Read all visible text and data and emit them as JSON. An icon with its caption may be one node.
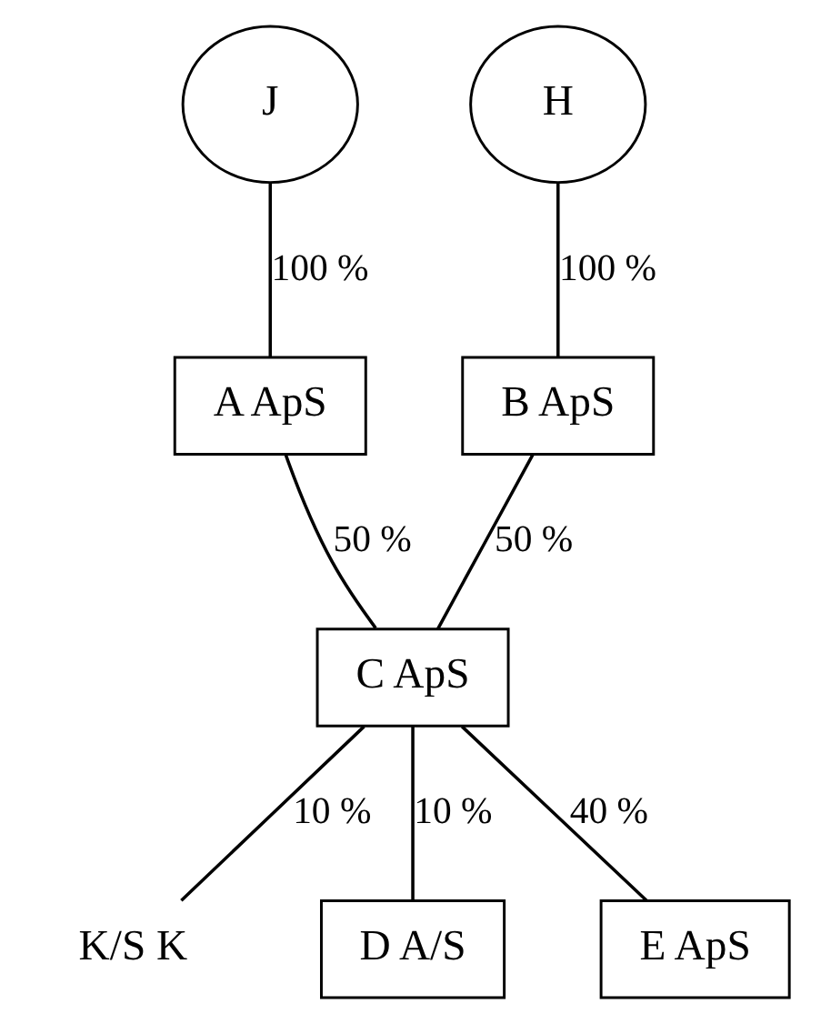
{
  "diagram": {
    "nodes": [
      {
        "text": [
          "J"
        ]
      },
      {
        "text": [
          "H"
        ]
      },
      {
        "text": [
          "A ApS"
        ]
      },
      {
        "text": [
          "B ApS"
        ]
      },
      {
        "text": [
          "C ApS"
        ]
      },
      {
        "text": [
          "K/S K"
        ]
      },
      {
        "text": [
          "D A/S"
        ]
      },
      {
        "text": [
          "E ApS"
        ]
      }
    ],
    "edges": [
      {
        "from": 0,
        "to": 2,
        "arrow": "none",
        "label": "100 %"
      },
      {
        "from": 1,
        "to": 3,
        "arrow": "none",
        "label": "100 %"
      },
      {
        "from": 2,
        "to": 4,
        "arrow": "none",
        "label": "50 %"
      },
      {
        "from": 3,
        "to": 4,
        "arrow": "none",
        "label": "50 %"
      },
      {
        "from": 4,
        "to": 5,
        "arrow": "none",
        "label": "10 %"
      },
      {
        "from": 4,
        "to": 6,
        "arrow": "none",
        "label": "10 %"
      },
      {
        "from": 4,
        "to": 7,
        "arrow": "none",
        "label": "40 %"
      }
    ]
  }
}
